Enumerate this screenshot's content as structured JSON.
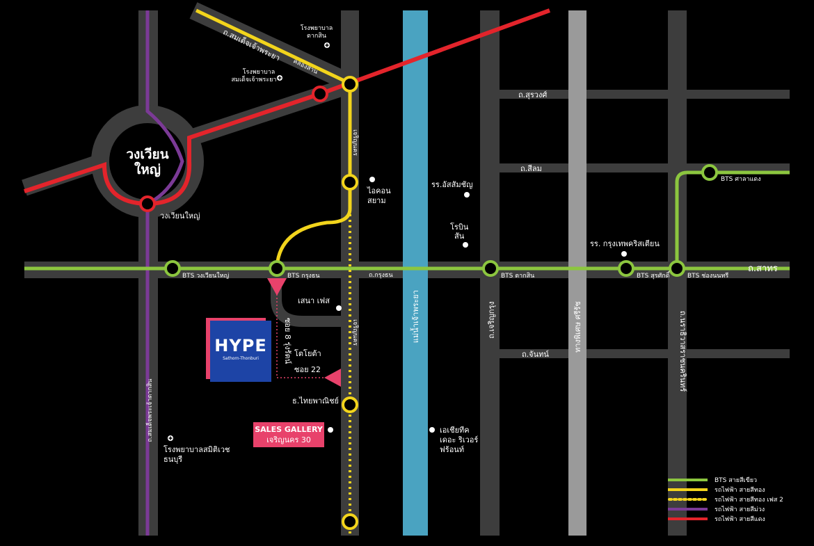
{
  "map": {
    "circle_label": [
      "วงเวียน",
      "ใหญ่"
    ],
    "roads": {
      "somdet": "ถ.สมเด็จเจ้าพระยา",
      "khlong_san": "คลองสาน",
      "charoen_nakhon_top": "เจริญนคร",
      "charoen_nakhon_bottom": "เจริญนคร",
      "surawong": "ถ.สุรวงศ์",
      "silom": "ถ.สีลม",
      "krung_thon": "ถ.กรุงธน",
      "sathorn": "ถ.สาทร",
      "charoen_krung": "ถ.เจริญกรุง",
      "chan": "ถ.จันทน์",
      "expressway": "ทางพิเศษ ศรีรัช",
      "narathiwat": "ถ.นราธิวาสราชนครินทร์",
      "somdet_bottom": "ถ.สมเด็จพระเจ้าตากสิน",
      "river": "แม่น้ำเจ้าพระยา",
      "soi_8": "ซอย 8 รุ่งรัตน์",
      "soi_22": "ซอย 22"
    },
    "stations": {
      "wongwian_yai_red": "วงเวียนใหญ่",
      "bts_wongwian_yai": "BTS วงเวียนใหญ่",
      "bts_krung_thon": "BTS กรุงธน",
      "bts_taksin": "BTS ตากสิน",
      "bts_surasak": "BTS สุรศักดิ์",
      "bts_chong_nonsi": "BTS ช่องนนทรี",
      "bts_sala_daeng": "BTS ศาลาแดง"
    },
    "landmarks": {
      "hosp_taksin": [
        "โรงพยาบาล",
        "ตากสิน"
      ],
      "hosp_somdet": [
        "โรงพยาบาล",
        "สมเด็จเจ้าพระยา"
      ],
      "iconsiam": [
        "ไอคอน",
        "สยาม"
      ],
      "assumption": "รร.อัสสัมชัญ",
      "robinson": [
        "โรบิน",
        "สัน"
      ],
      "bangkok_christian": "รร. กรุงเทพคริสเตียน",
      "sena_fest": "เสนา เฟส",
      "toyota": "โตโยต้า",
      "thai_panich": "ธ.ไทยพาณิชย์",
      "asiatique": [
        "เอเชียทีค",
        "เดอะ ริเวอร์",
        "ฟร้อนท์"
      ],
      "hosp_samitivej": [
        "โรงพยาบาลสมิติเวช",
        "ธนบุรี"
      ]
    },
    "project": {
      "logo_text": "HYPE",
      "logo_sub": "Sathorn-Thonburi",
      "sales_gallery": [
        "SALES GALLERY",
        "เจริญนคร 30"
      ]
    },
    "legend": [
      {
        "label": "BTS สายสีเขียว",
        "color": "#8cc63f",
        "dashed": false
      },
      {
        "label": "รถไฟฟ้า สายสีทอง",
        "color": "#f2d41c",
        "dashed": false
      },
      {
        "label": "รถไฟฟ้า สายสีทอง เฟส 2",
        "color": "#f2d41c",
        "dashed": true
      },
      {
        "label": "รถไฟฟ้า สายสีม่วง",
        "color": "#7b3a96",
        "dashed": false
      },
      {
        "label": "รถไฟฟ้า สายสีแดง",
        "color": "#e3242b",
        "dashed": false
      }
    ],
    "colors": {
      "green": "#8cc63f",
      "gold": "#f2d41c",
      "purple": "#7b3a96",
      "red": "#e3242b",
      "river": "#4aa3c1",
      "road": "#3d3d3d",
      "expressway": "#9a9a9a",
      "pink": "#e8426b",
      "brand_blue": "#1d44a6"
    }
  }
}
